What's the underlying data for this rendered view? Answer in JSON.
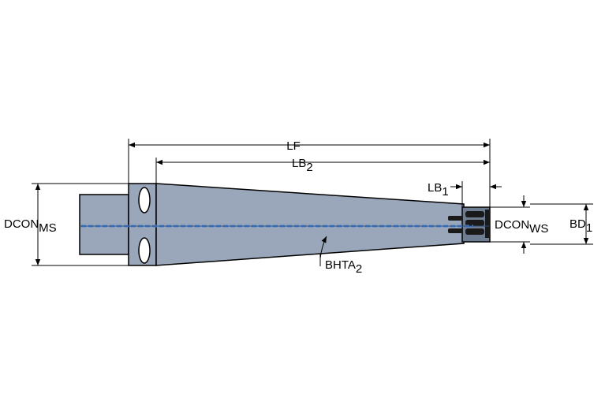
{
  "colors": {
    "body": "#9aa6ba",
    "body_dark": "#6f7d92",
    "coolant_channel": "#4a86d8",
    "insert_dark": "#1a1a1a",
    "outline": "#000000",
    "background": "#ffffff"
  },
  "labels": {
    "lf": "LF",
    "lb2_main": "LB",
    "lb2_sub": "2",
    "lb1_main": "LB",
    "lb1_sub": "1",
    "dcon_ms_main": "DCON",
    "dcon_ms_sub": "MS",
    "dcon_ws_main": "DCON",
    "dcon_ws_sub": "WS",
    "bd1_main": "BD",
    "bd1_sub": "1",
    "bhta2_main": "BHTA",
    "bhta2_sub": "2"
  }
}
